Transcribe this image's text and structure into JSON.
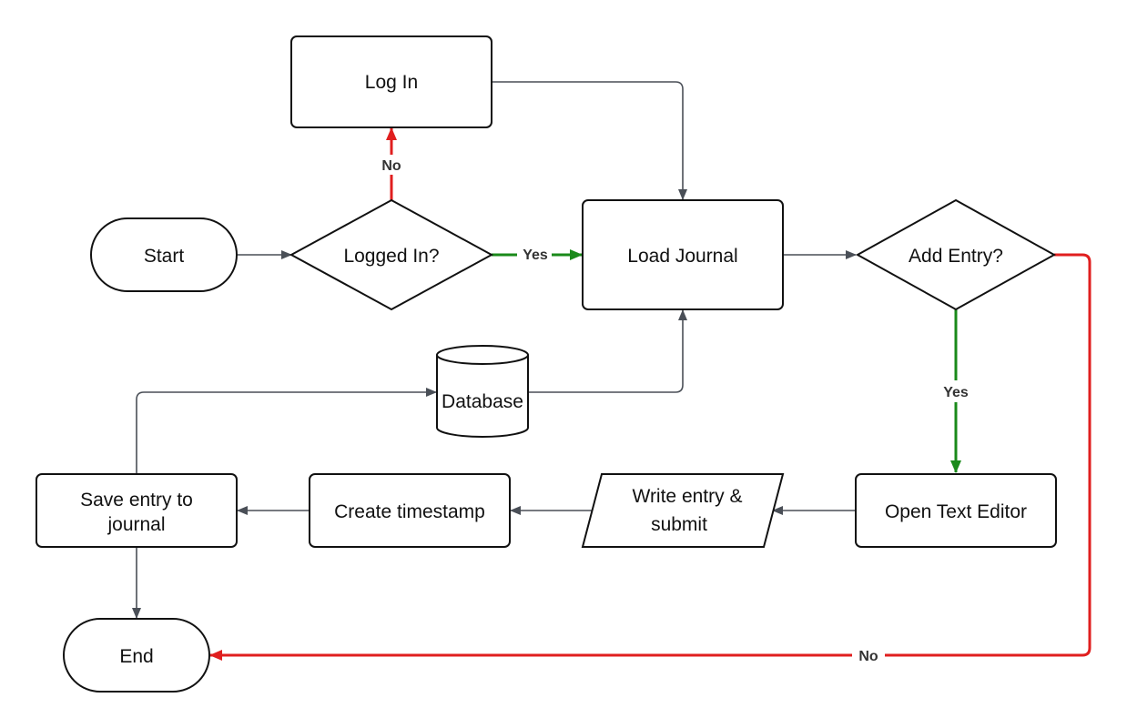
{
  "diagram": {
    "colors": {
      "default_edge": "#4a4f57",
      "yes_edge": "#1a8a1a",
      "no_edge": "#e01f1f",
      "node_stroke": "#111111",
      "background": "#ffffff"
    },
    "nodes": {
      "start": {
        "label": "Start",
        "shape": "terminator"
      },
      "logged_in": {
        "label": "Logged In?",
        "shape": "decision"
      },
      "log_in": {
        "label": "Log In",
        "shape": "process"
      },
      "load_journal": {
        "label": "Load Journal",
        "shape": "process"
      },
      "add_entry": {
        "label": "Add Entry?",
        "shape": "decision"
      },
      "database": {
        "label": "Database",
        "shape": "database"
      },
      "open_editor": {
        "label": "Open Text Editor",
        "shape": "process"
      },
      "write_entry": {
        "label_line1": "Write entry &",
        "label_line2": "submit",
        "shape": "input-output"
      },
      "create_timestamp": {
        "label": "Create timestamp",
        "shape": "process"
      },
      "save_entry": {
        "label_line1": "Save entry to",
        "label_line2": "journal",
        "shape": "process"
      },
      "end": {
        "label": "End",
        "shape": "terminator"
      }
    },
    "edges": {
      "logged_in_no": {
        "from": "Logged In?",
        "to": "Log In",
        "label": "No",
        "color": "no_edge"
      },
      "logged_in_yes": {
        "from": "Logged In?",
        "to": "Load Journal",
        "label": "Yes",
        "color": "yes_edge"
      },
      "add_entry_yes": {
        "from": "Add Entry?",
        "to": "Open Text Editor",
        "label": "Yes",
        "color": "yes_edge"
      },
      "add_entry_no": {
        "from": "Add Entry?",
        "to": "End",
        "label": "No",
        "color": "no_edge"
      }
    }
  }
}
